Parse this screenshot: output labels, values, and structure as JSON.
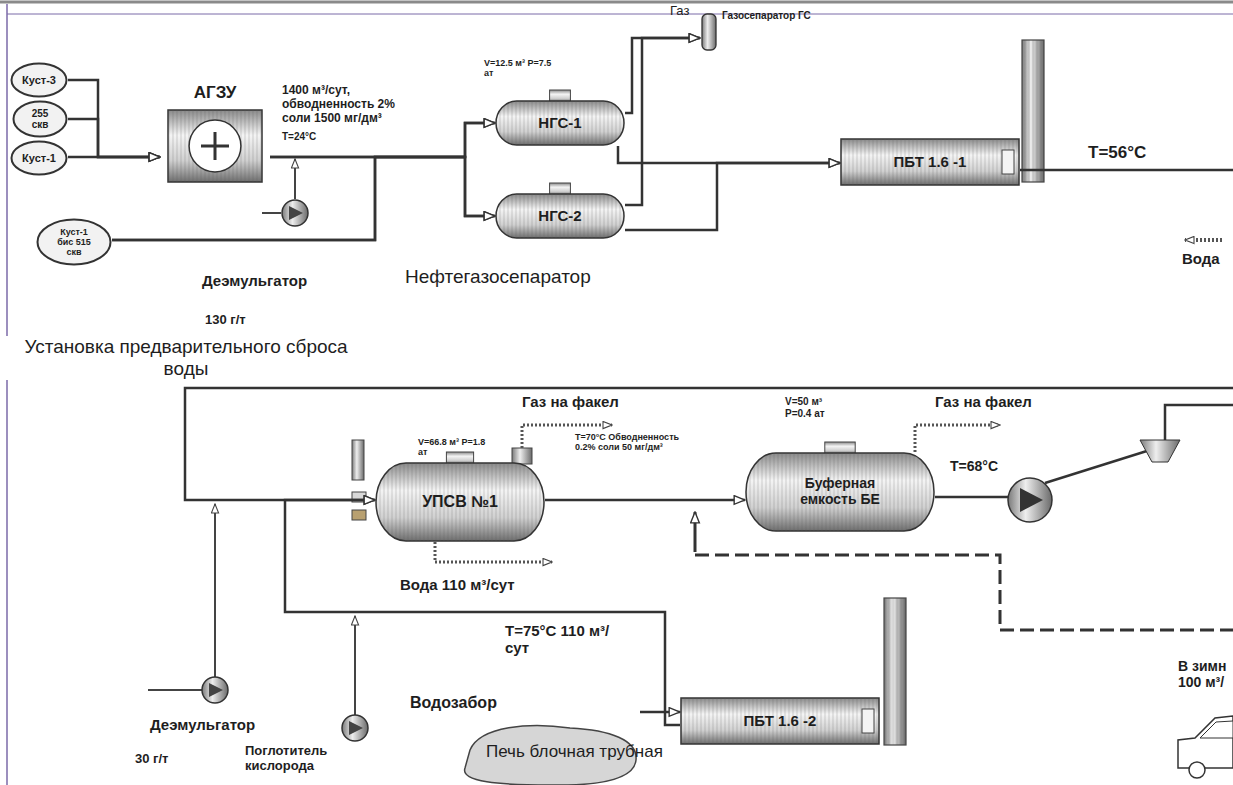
{
  "diagram": {
    "nodes": [
      {
        "text": [
          "Куст-3"
        ]
      },
      {
        "text": [
          "255 скв"
        ]
      },
      {
        "text": [
          "Куст-1"
        ]
      },
      {
        "text": [
          "Куст-1 бис 515 скв"
        ]
      },
      {
        "text": [
          "АГЗУ"
        ]
      },
      {
        "text": [
          "НГС-1"
        ]
      },
      {
        "text": [
          "НГС-2"
        ]
      },
      {
        "text": [
          "Газосепаратор ГС"
        ]
      },
      {
        "text": [
          "ПБТ 1.6 -1"
        ]
      },
      {
        "text": [
          "УПСВ №1"
        ]
      },
      {
        "text": [
          "Буферная емкость БЕ"
        ]
      },
      {
        "text": [
          "ПБТ 1.6 -2"
        ]
      },
      {
        "text": [
          "Водозабор"
        ]
      }
    ],
    "edges": [
      {
        "from": 0,
        "to": 4,
        "arrow": "to"
      },
      {
        "from": 1,
        "to": 4,
        "arrow": "to"
      },
      {
        "from": 2,
        "to": 4,
        "arrow": "to"
      },
      {
        "from": 3,
        "to": 5,
        "arrow": "to"
      },
      {
        "from": 3,
        "to": 6,
        "arrow": "to"
      },
      {
        "from": 4,
        "to": 5,
        "arrow": "to"
      },
      {
        "from": 4,
        "to": 6,
        "arrow": "to"
      },
      {
        "from": 5,
        "to": 7,
        "arrow": "to"
      },
      {
        "from": 6,
        "to": 7,
        "arrow": "to"
      },
      {
        "from": 5,
        "to": 8,
        "arrow": "to"
      },
      {
        "from": 6,
        "to": 8,
        "arrow": "to"
      },
      {
        "from": 8,
        "to": 9,
        "arrow": "to"
      },
      {
        "from": 9,
        "to": 10,
        "arrow": "to"
      },
      {
        "from": 11,
        "to": 9,
        "arrow": "to"
      },
      {
        "from": 12,
        "to": 11,
        "arrow": "to"
      }
    ],
    "labels": [
      "1400 м³/сут, обводненность 2% соли 1500 мг/дм³",
      "T=24°C",
      "V=12.5 м³ P=7.5 ат",
      "Газ",
      "T=56°C",
      "Вода",
      "Деэмульгатор",
      "130 г/т",
      "Нефтегазосепаратор",
      "Установка предварительного сброса воды",
      "Газ на факел",
      "V=66.8 м³ P=1.8 ат",
      "T=70°C Обводненность 0.2% соли 50 мг/дм³",
      "Вода 110 м³/сут",
      "V=50 м³ P=0.4 ат",
      "Газ на факел",
      "T=68°C",
      "T=75°C 110 м³/сут",
      "Деэмульгатор",
      "30 г/т",
      "Поглотитель кислорода",
      "Печь блочная трубная",
      "В зимн 100 м³/"
    ]
  }
}
